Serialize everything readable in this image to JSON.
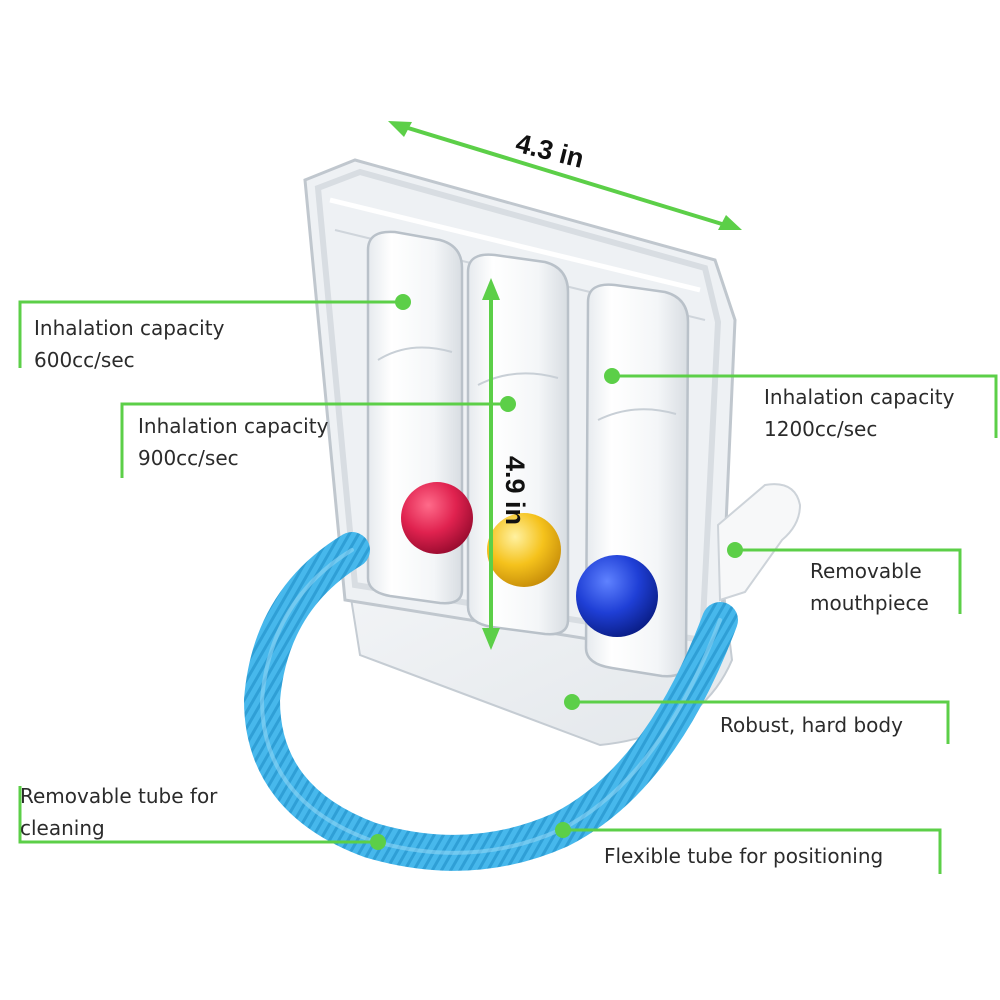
{
  "dimensions": {
    "width": "4.3 in",
    "height": "4.9 in"
  },
  "annotations": {
    "capacity_600": [
      "Inhalation capacity",
      "600cc/sec"
    ],
    "capacity_900": [
      "Inhalation capacity",
      "900cc/sec"
    ],
    "capacity_1200": [
      "Inhalation capacity",
      "1200cc/sec"
    ],
    "mouthpiece": [
      "Removable",
      "mouthpiece"
    ],
    "body": "Robust, hard body",
    "tube_cleaning": [
      "Removable tube for",
      "cleaning"
    ],
    "tube_flexible": "Flexible tube for positioning"
  },
  "colors": {
    "callout_line": "#5ccf48",
    "ball_left": "#e0224f",
    "ball_middle": "#f5c21c",
    "ball_right": "#1f3fd6",
    "tube": "#47b8ec"
  }
}
